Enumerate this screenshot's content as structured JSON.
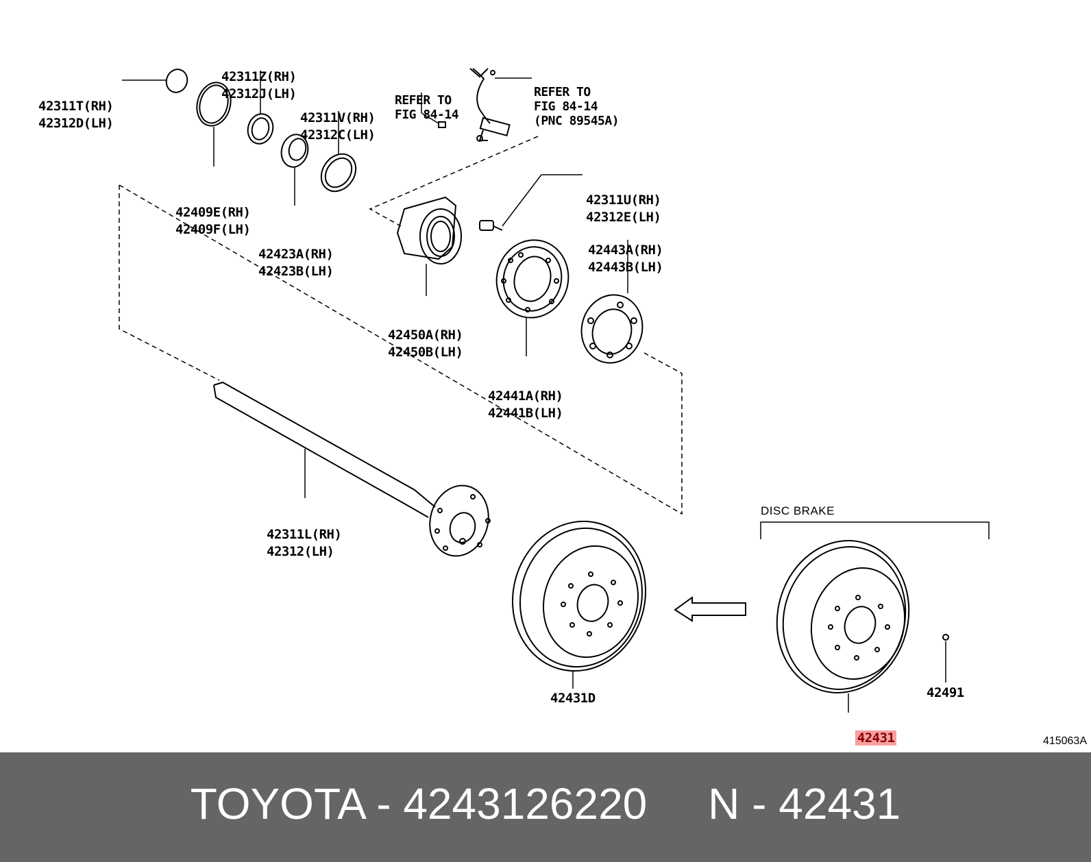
{
  "labels": {
    "p42311t": [
      "42311T(RH)",
      "42312D(LH)"
    ],
    "p42311z": [
      "42311Z(RH)",
      "42312J(LH)"
    ],
    "p42311v": [
      "42311V(RH)",
      "42312C(LH)"
    ],
    "p42409e": [
      "42409E(RH)",
      "42409F(LH)"
    ],
    "p42423a": [
      "42423A(RH)",
      "42423B(LH)"
    ],
    "refer1": [
      "REFER TO",
      "FIG 84-14"
    ],
    "refer2": [
      "REFER TO",
      "FIG 84-14",
      "(PNC 89545A)"
    ],
    "p42311u": [
      "42311U(RH)",
      "42312E(LH)"
    ],
    "p42443a": [
      "42443A(RH)",
      "42443B(LH)"
    ],
    "p42450a": [
      "42450A(RH)",
      "42450B(LH)"
    ],
    "p42441a": [
      "42441A(RH)",
      "42441B(LH)"
    ],
    "p42311l": [
      "42311L(RH)",
      "42312(LH)"
    ],
    "p42431d": "42431D",
    "p42431": "42431",
    "p42491": "42491",
    "disc_brake": "DISC BRAKE",
    "diagram_code": "415063A"
  },
  "highlight_color": "#f5a0a0",
  "footer": {
    "title": "TOYOTA - 4243126220     N - 42431"
  }
}
